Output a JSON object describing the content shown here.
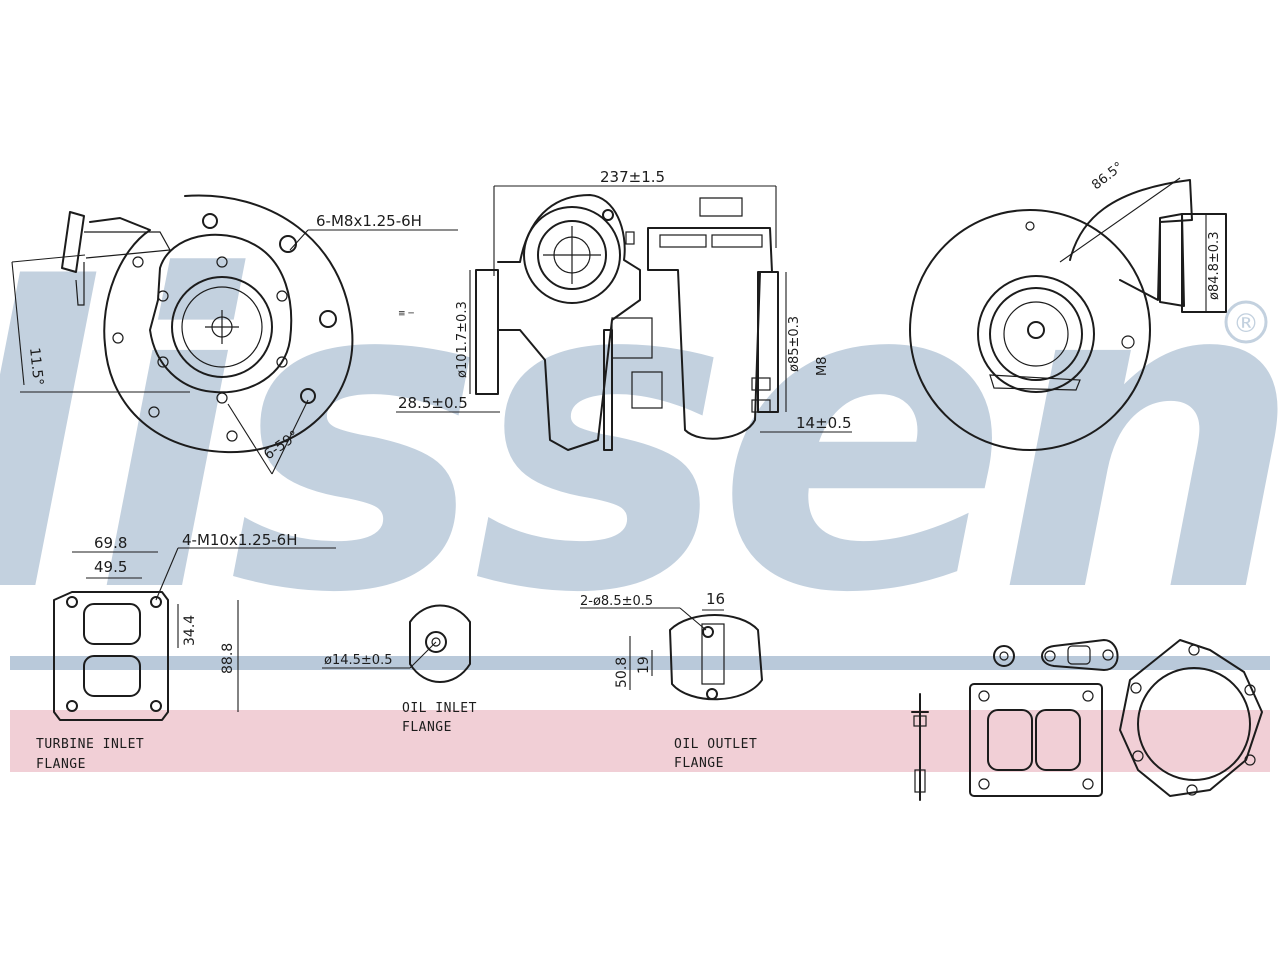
{
  "brand": {
    "watermark": "Nissens",
    "registered": "®",
    "watermark_color": "#c3d1df",
    "band_blue": "#b9c9da",
    "band_pink": "#f1cfd6"
  },
  "dimensions": {
    "width_top": "237±1.5",
    "bolt_pattern_top": "6-M8x1.25-6H",
    "angle_left": "11.5°",
    "angle_bottom": "6-59°",
    "dia_center": "ø101.7±0.3",
    "offset_bottom": "28.5±0.5",
    "dia_right": "ø85±0.3",
    "thread_m8": "M8",
    "offset_right": "14±0.5",
    "dia_outlet": "ø84.8±0.3",
    "angle_outlet": "86.5°",
    "flange_w1": "69.8",
    "flange_w2": "49.5",
    "bolt_pattern_flange": "4-M10x1.25-6H",
    "flange_h1": "34.4",
    "flange_h2": "88.8",
    "oil_in_dia": "ø14.5±0.5",
    "oil_out_holes": "2-ø8.5±0.5",
    "oil_out_w": "16",
    "oil_out_h1": "50.8",
    "oil_out_h2": "19"
  },
  "labels": {
    "turbine_inlet_1": "TURBINE INLET",
    "turbine_inlet_2": "FLANGE",
    "oil_inlet_1": "OIL INLET",
    "oil_inlet_2": "FLANGE",
    "oil_outlet_1": "OIL OUTLET",
    "oil_outlet_2": "FLANGE"
  }
}
